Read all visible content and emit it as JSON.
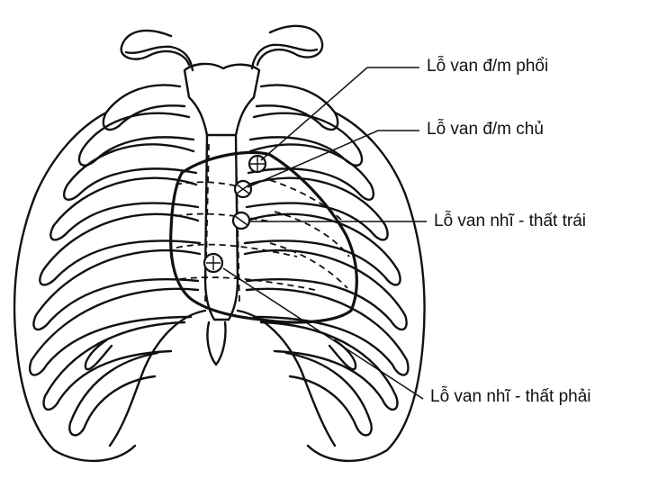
{
  "diagram": {
    "labels": {
      "pulmonary_valve": "Lỗ van đ/m phổi",
      "aortic_valve": "Lỗ van đ/m chủ",
      "mitral_valve": "Lỗ van nhĩ - thất trái",
      "tricuspid_valve": "Lỗ van nhĩ - thất phải"
    },
    "colors": {
      "ink": "#111111",
      "paper": "#ffffff"
    }
  }
}
